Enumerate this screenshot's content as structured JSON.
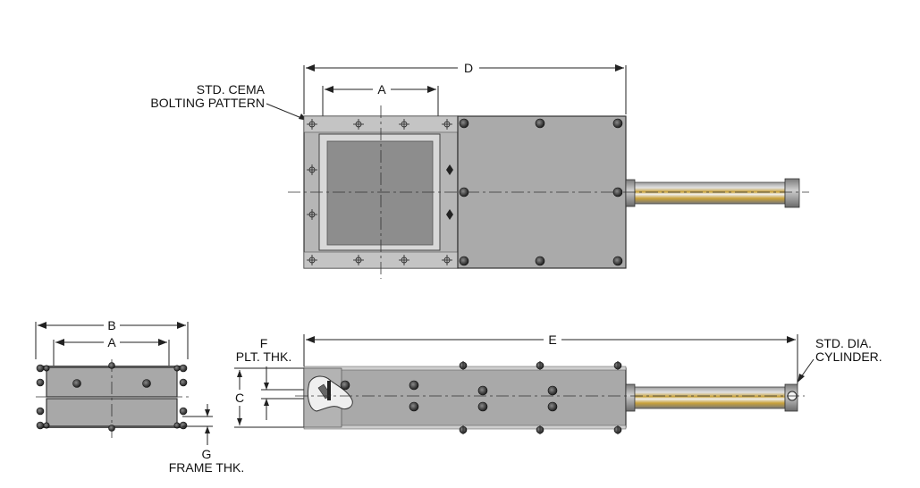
{
  "labels": {
    "dim_d": "D",
    "dim_a_top": "A",
    "bolting_line1": "STD. CEMA",
    "bolting_line2": "BOLTING PATTERN",
    "dim_b": "B",
    "dim_a_end": "A",
    "dim_c": "C",
    "dim_f": "F",
    "plt_thk": "PLT. THK.",
    "dim_e": "E",
    "cyl_line1": "STD. DIA.",
    "cyl_line2": "CYLINDER.",
    "dim_g": "G",
    "frame_thk": "FRAME THK."
  },
  "colors": {
    "frame": "#b4b4b4",
    "plate": "#a9a9a9",
    "opening": "#8c8c8c",
    "bolt": "#3a3a3a",
    "cylinder_accent": "#c9a23a"
  }
}
